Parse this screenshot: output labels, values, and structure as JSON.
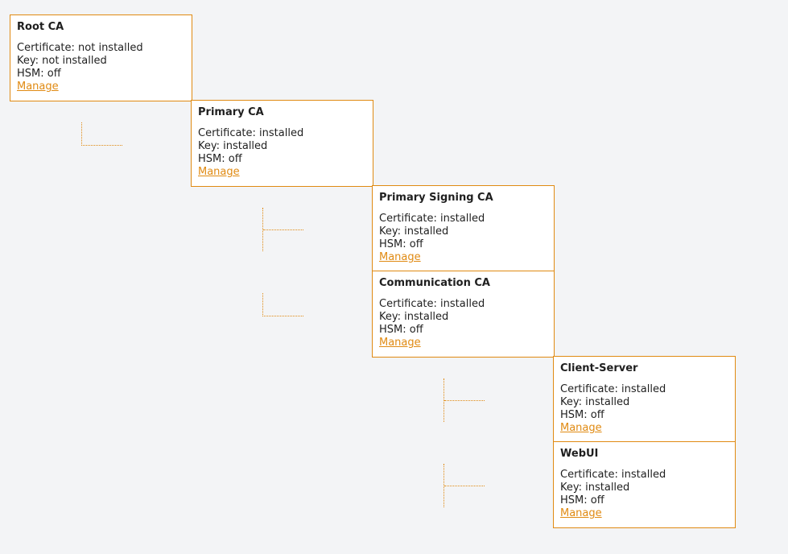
{
  "accent_color": "#e08a12",
  "background_color": "#f3f4f6",
  "certificates": [
    {
      "title": "Root CA",
      "certificate": "Certificate: not installed",
      "key": "Key: not installed",
      "hsm": "HSM: off",
      "action": "Manage"
    },
    {
      "title": "Primary CA",
      "certificate": "Certificate: installed",
      "key": "Key: installed",
      "hsm": "HSM: off",
      "action": "Manage"
    },
    {
      "title": "Primary Signing CA",
      "certificate": "Certificate: installed",
      "key": "Key: installed",
      "hsm": "HSM: off",
      "action": "Manage"
    },
    {
      "title": "Communication CA",
      "certificate": "Certificate: installed",
      "key": "Key: installed",
      "hsm": "HSM: off",
      "action": "Manage"
    },
    {
      "title": "Client-Server",
      "certificate": "Certificate: installed",
      "key": "Key: installed",
      "hsm": "HSM: off",
      "action": "Manage"
    },
    {
      "title": "WebUI",
      "certificate": "Certificate: installed",
      "key": "Key: installed",
      "hsm": "HSM: off",
      "action": "Manage"
    }
  ]
}
